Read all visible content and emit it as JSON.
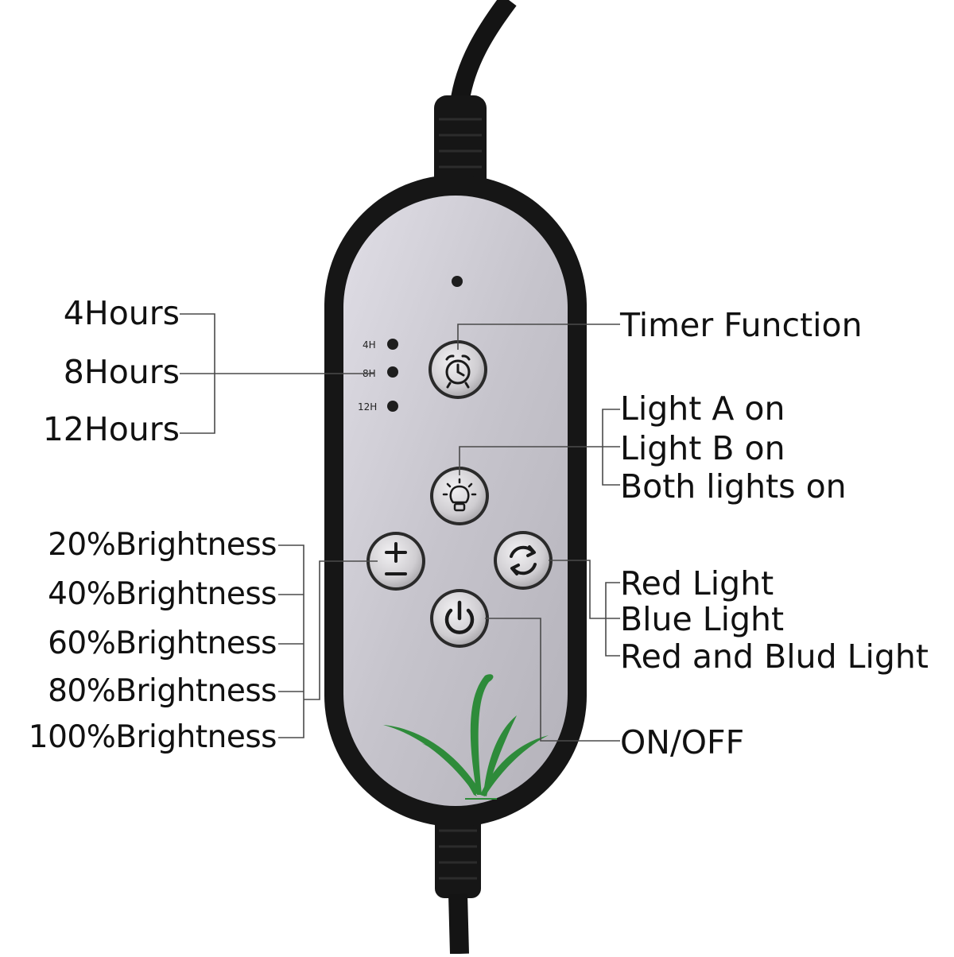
{
  "remote": {
    "timer_indicators": [
      "4H",
      "8H",
      "12H"
    ]
  },
  "labels": {
    "timer_options": [
      "4Hours",
      "8Hours",
      "12Hours"
    ],
    "timer_function": "Timer Function",
    "light_modes": [
      "Light A on",
      "Light B on",
      "Both lights on"
    ],
    "brightness_levels": [
      "20%Brightness",
      "40%Brightness",
      "60%Brightness",
      "80%Brightness",
      "100%Brightness"
    ],
    "color_modes": [
      "Red Light",
      "Blue Light",
      "Red and Blud Light"
    ],
    "power": "ON/OFF"
  },
  "colors": {
    "body": "#1a1a1a",
    "face": "#c9c7cf",
    "button": "#d4d2d6",
    "leaf_green": "#2e8b3a",
    "text": "#111111"
  },
  "icons": {
    "timer_button": "alarm-clock-icon",
    "light_button": "light-bulb-icon",
    "brightness_button": "plus-minus-icon",
    "color_button": "cycle-arrows-icon",
    "power_button": "power-icon",
    "decoration": "leaf-icon"
  }
}
